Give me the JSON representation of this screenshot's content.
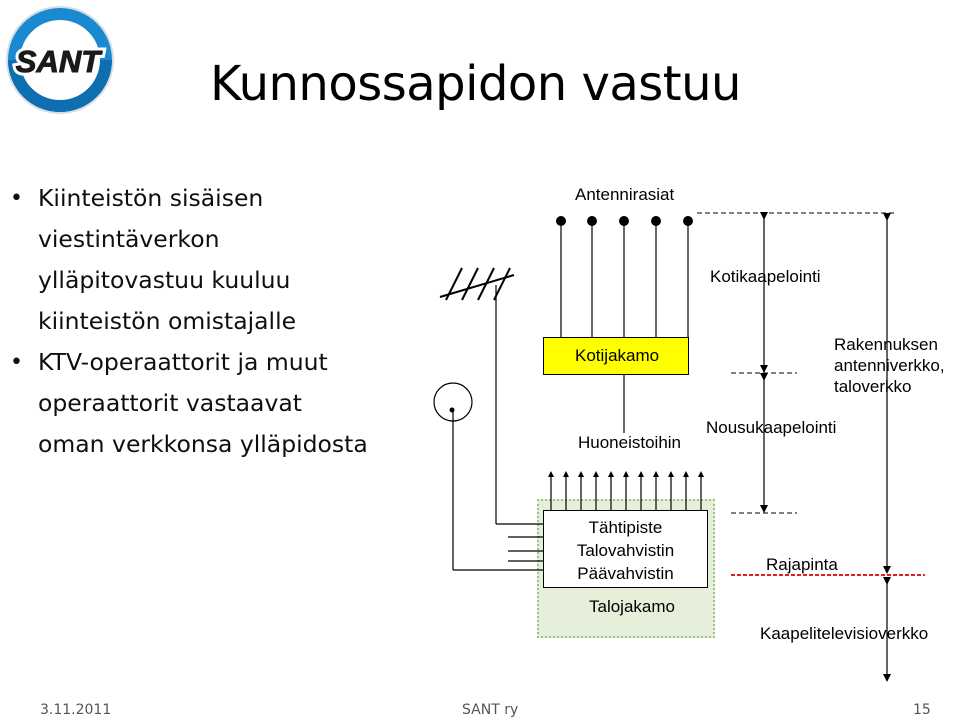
{
  "logo": {
    "text": "SANT",
    "colors": {
      "ring": "#1a8ad0",
      "text": "#1a1a1a",
      "outline": "#ffffff"
    }
  },
  "title": "Kunnossapidon vastuu",
  "bullets": [
    {
      "lines": [
        "Kiinteistön sisäisen",
        "viestintäverkon",
        "ylläpitovastuu kuuluu",
        "kiinteistön omistajalle"
      ]
    },
    {
      "lines": [
        "KTV-operaattorit ja muut",
        "operaattorit vastaavat",
        "oman verkkonsa ylläpidosta"
      ]
    }
  ],
  "diagram": {
    "antennirasiat": "Antennirasiat",
    "kotijakamo": "Kotijakamo",
    "huoneistoihin": "Huoneistoihin",
    "kotikaapelointi": "Kotikaapelointi",
    "nousukaapelointi": "Nousukaapelointi",
    "rakennuksen": [
      "Rakennuksen",
      "antenniverkko,",
      "taloverkko"
    ],
    "tahtipiste": "Tähtipiste",
    "talovahvistin": "Talovahvistin",
    "paavahvistin": "Päävahvistin",
    "talojakamo": "Talojakamo",
    "rajapinta": "Rajapinta",
    "kaapelitelevisioverkko": "Kaapelitelevisioverkko",
    "colors": {
      "kotijakamo_fill": "#ffff00",
      "talojakamo_fill": "#e5efd9",
      "rajapinta_line": "#e02020"
    }
  },
  "footer": {
    "date": "3.11.2011",
    "org": "SANT ry",
    "page": "15"
  }
}
